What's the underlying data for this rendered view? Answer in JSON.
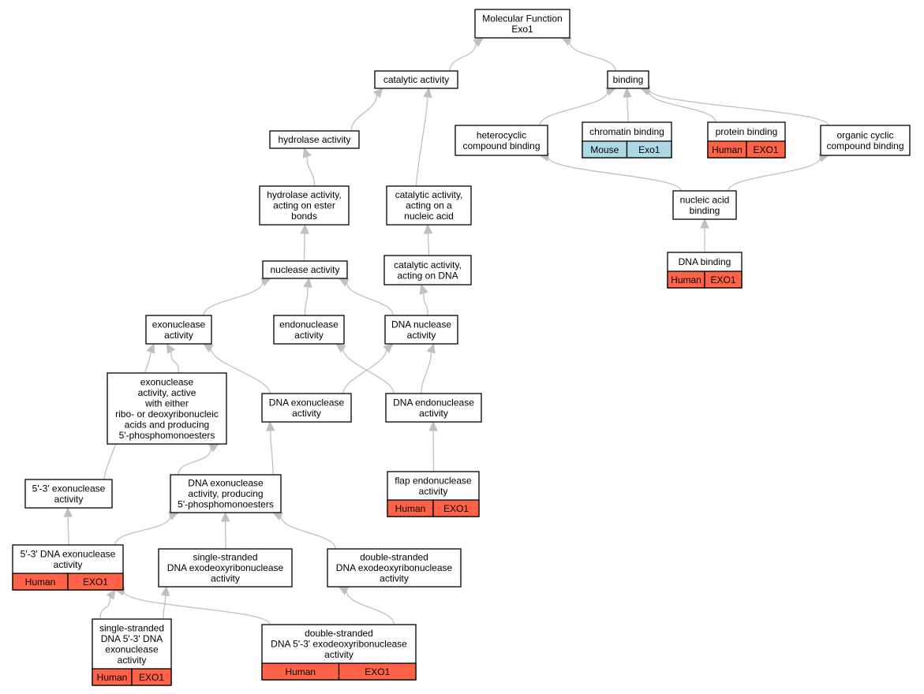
{
  "colors": {
    "human": "#ff6347",
    "mouse": "#add8e6",
    "edge": "#c0c0c0",
    "border": "#000000"
  },
  "nodes": [
    {
      "id": "mf",
      "lines": [
        "Molecular Function",
        "Exo1"
      ]
    },
    {
      "id": "catalytic",
      "lines": [
        "catalytic activity"
      ]
    },
    {
      "id": "binding",
      "lines": [
        "binding"
      ]
    },
    {
      "id": "hydrolase",
      "lines": [
        "hydrolase activity"
      ]
    },
    {
      "id": "heterocyclic",
      "lines": [
        "heterocyclic",
        "compound binding"
      ]
    },
    {
      "id": "chromatin",
      "lines": [
        "chromatin binding"
      ],
      "tags": [
        {
          "species": "Mouse",
          "gene": "Exo1",
          "color": "mouse"
        }
      ]
    },
    {
      "id": "protein",
      "lines": [
        "protein binding"
      ],
      "tags": [
        {
          "species": "Human",
          "gene": "EXO1",
          "color": "human"
        }
      ]
    },
    {
      "id": "organic",
      "lines": [
        "organic cyclic",
        "compound binding"
      ]
    },
    {
      "id": "hydrolase_ester",
      "lines": [
        "hydrolase activity,",
        "acting on ester",
        "bonds"
      ]
    },
    {
      "id": "cat_nucleic",
      "lines": [
        "catalytic activity,",
        "acting on a",
        "nucleic acid"
      ]
    },
    {
      "id": "nucleic_binding",
      "lines": [
        "nucleic acid",
        "binding"
      ]
    },
    {
      "id": "cat_dna",
      "lines": [
        "catalytic activity,",
        "acting on DNA"
      ]
    },
    {
      "id": "dna_binding",
      "lines": [
        "DNA binding"
      ],
      "tags": [
        {
          "species": "Human",
          "gene": "EXO1",
          "color": "human"
        }
      ]
    },
    {
      "id": "nuclease",
      "lines": [
        "nuclease activity"
      ]
    },
    {
      "id": "exonuclease",
      "lines": [
        "exonuclease",
        "activity"
      ]
    },
    {
      "id": "endonuclease",
      "lines": [
        "endonuclease",
        "activity"
      ]
    },
    {
      "id": "dna_nuclease",
      "lines": [
        "DNA nuclease",
        "activity"
      ]
    },
    {
      "id": "exo_active",
      "lines": [
        "exonuclease",
        "activity, active",
        "with either",
        "ribo- or deoxyribonucleic",
        "acids and producing",
        "5'-phosphomonoesters"
      ]
    },
    {
      "id": "dna_exo",
      "lines": [
        "DNA exonuclease",
        "activity"
      ]
    },
    {
      "id": "dna_endo",
      "lines": [
        "DNA endonuclease",
        "activity"
      ]
    },
    {
      "id": "flap",
      "lines": [
        "flap endonuclease",
        "activity"
      ],
      "tags": [
        {
          "species": "Human",
          "gene": "EXO1",
          "color": "human"
        }
      ]
    },
    {
      "id": "exo53",
      "lines": [
        "5'-3' exonuclease",
        "activity"
      ]
    },
    {
      "id": "dna_exo_5p",
      "lines": [
        "DNA exonuclease",
        "activity, producing",
        "5'-phosphomonoesters"
      ]
    },
    {
      "id": "dna_exo53",
      "lines": [
        "5'-3' DNA exonuclease",
        "activity"
      ],
      "tags": [
        {
          "species": "Human",
          "gene": "EXO1",
          "color": "human"
        }
      ]
    },
    {
      "id": "ss_exo",
      "lines": [
        "single-stranded",
        "DNA exodeoxyribonuclease",
        "activity"
      ]
    },
    {
      "id": "ds_exo",
      "lines": [
        "double-stranded",
        "DNA exodeoxyribonuclease",
        "activity"
      ]
    },
    {
      "id": "ss_53",
      "lines": [
        "single-stranded",
        "DNA 5'-3' DNA",
        "exonuclease",
        "activity"
      ],
      "tags": [
        {
          "species": "Human",
          "gene": "EXO1",
          "color": "human"
        }
      ]
    },
    {
      "id": "ds_53",
      "lines": [
        "double-stranded",
        "DNA 5'-3' exodeoxyribonuclease",
        "activity"
      ],
      "tags": [
        {
          "species": "Human",
          "gene": "EXO1",
          "color": "human"
        }
      ]
    }
  ],
  "edges": [
    [
      "catalytic",
      "mf"
    ],
    [
      "binding",
      "mf"
    ],
    [
      "hydrolase",
      "catalytic"
    ],
    [
      "cat_nucleic",
      "catalytic"
    ],
    [
      "heterocyclic",
      "binding"
    ],
    [
      "chromatin",
      "binding"
    ],
    [
      "protein",
      "binding"
    ],
    [
      "organic",
      "binding"
    ],
    [
      "hydrolase_ester",
      "hydrolase"
    ],
    [
      "nuclease",
      "hydrolase_ester"
    ],
    [
      "cat_dna",
      "cat_nucleic"
    ],
    [
      "dna_nuclease",
      "cat_dna"
    ],
    [
      "nucleic_binding",
      "heterocyclic"
    ],
    [
      "nucleic_binding",
      "organic"
    ],
    [
      "dna_binding",
      "nucleic_binding"
    ],
    [
      "exonuclease",
      "nuclease"
    ],
    [
      "endonuclease",
      "nuclease"
    ],
    [
      "dna_nuclease",
      "nuclease"
    ],
    [
      "exo_active",
      "exonuclease"
    ],
    [
      "dna_exo",
      "exonuclease"
    ],
    [
      "exo53",
      "exonuclease"
    ],
    [
      "dna_endo",
      "endonuclease"
    ],
    [
      "dna_exo",
      "dna_nuclease"
    ],
    [
      "dna_endo",
      "dna_nuclease"
    ],
    [
      "flap",
      "dna_endo"
    ],
    [
      "dna_exo_5p",
      "exo_active"
    ],
    [
      "dna_exo_5p",
      "dna_exo"
    ],
    [
      "dna_exo53",
      "exo53"
    ],
    [
      "dna_exo53",
      "dna_exo_5p"
    ],
    [
      "ss_exo",
      "dna_exo_5p"
    ],
    [
      "ds_exo",
      "dna_exo_5p"
    ],
    [
      "ss_53",
      "dna_exo53"
    ],
    [
      "ss_53",
      "ss_exo"
    ],
    [
      "ds_53",
      "dna_exo53"
    ],
    [
      "ds_53",
      "ds_exo"
    ]
  ]
}
